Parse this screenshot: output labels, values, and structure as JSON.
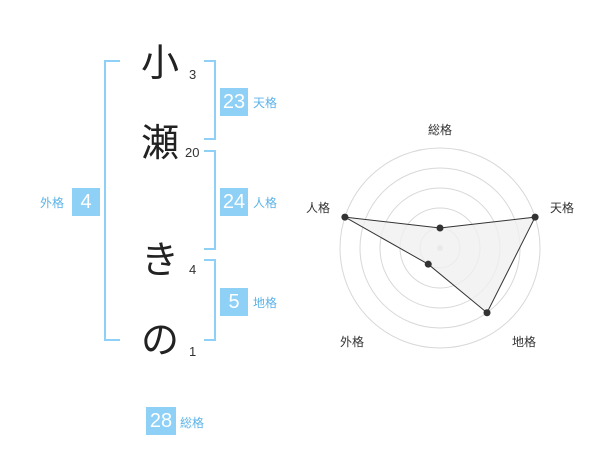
{
  "name": {
    "characters": [
      {
        "char": "小",
        "strokes": "3"
      },
      {
        "char": "瀬",
        "strokes": "20"
      },
      {
        "char": "き",
        "strokes": "4"
      },
      {
        "char": "の",
        "strokes": "1"
      }
    ]
  },
  "kakusu": {
    "tenkaku": {
      "value": "23",
      "label": "天格"
    },
    "jinkaku": {
      "value": "24",
      "label": "人格"
    },
    "chikaku": {
      "value": "5",
      "label": "地格"
    },
    "gaikaku": {
      "value": "4",
      "label": "外格"
    },
    "soukaku": {
      "value": "28",
      "label": "総格"
    }
  },
  "chart_data": {
    "type": "radar",
    "axes": [
      "総格",
      "天格",
      "地格",
      "外格",
      "人格"
    ],
    "values": [
      0.2,
      1.0,
      0.8,
      0.2,
      1.0
    ],
    "rings": 5,
    "colors": {
      "fill": "#f0f0f0",
      "stroke": "#333333",
      "ring": "#d8d8d8",
      "point": "#333333"
    }
  }
}
